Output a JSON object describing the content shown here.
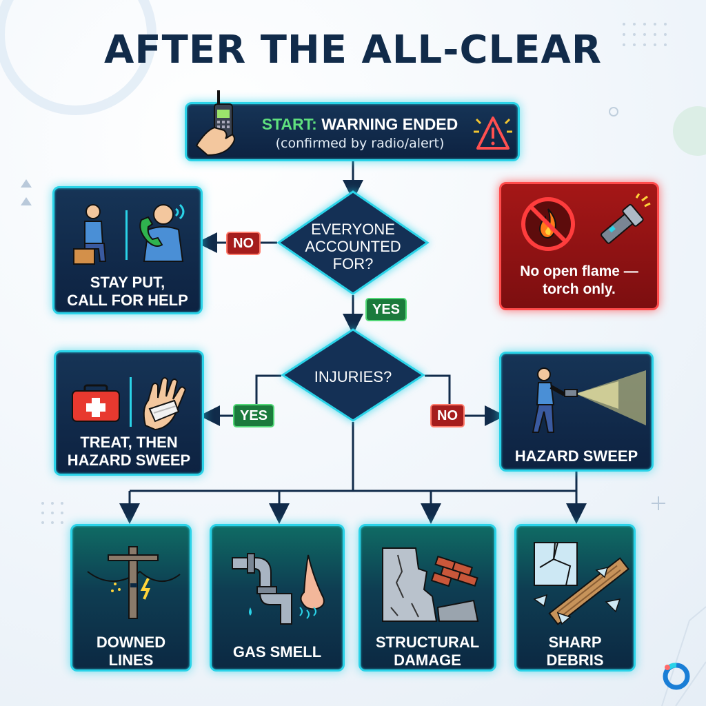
{
  "title": "AFTER THE ALL-CLEAR",
  "start": {
    "prefix": "START:",
    "main": "WARNING ENDED",
    "sub": "(confirmed by radio/alert)"
  },
  "decisions": {
    "accounted": {
      "line1": "EVERYONE",
      "line2": "ACCOUNTED",
      "line3": "FOR?"
    },
    "injuries": {
      "text": "INJURIES?"
    }
  },
  "tags": {
    "no_accounted": "NO",
    "yes_accounted": "YES",
    "yes_injuries": "YES",
    "no_injuries": "NO"
  },
  "stay_put": {
    "line1": "STAY PUT,",
    "line2": "CALL FOR HELP"
  },
  "warning": {
    "line1": "No open flame —",
    "line2": "torch only."
  },
  "treat": {
    "line1": "TREAT, THEN",
    "line2": "HAZARD SWEEP"
  },
  "sweep": {
    "label": "HAZARD SWEEP"
  },
  "hazards": [
    {
      "line1": "DOWNED",
      "line2": "LINES",
      "icon": "power-pole-icon"
    },
    {
      "line1": "GAS SMELL",
      "line2": "",
      "icon": "gas-pipe-nose-icon"
    },
    {
      "line1": "STRUCTURAL",
      "line2": "DAMAGE",
      "icon": "cracked-wall-icon"
    },
    {
      "line1": "SHARP",
      "line2": "DEBRIS",
      "icon": "broken-glass-icon"
    }
  ],
  "colors": {
    "accent": "#2ad3e8",
    "navy": "#112b4a",
    "yes": "#1b7a3c",
    "no": "#a51d1d",
    "danger": "#a51717"
  }
}
